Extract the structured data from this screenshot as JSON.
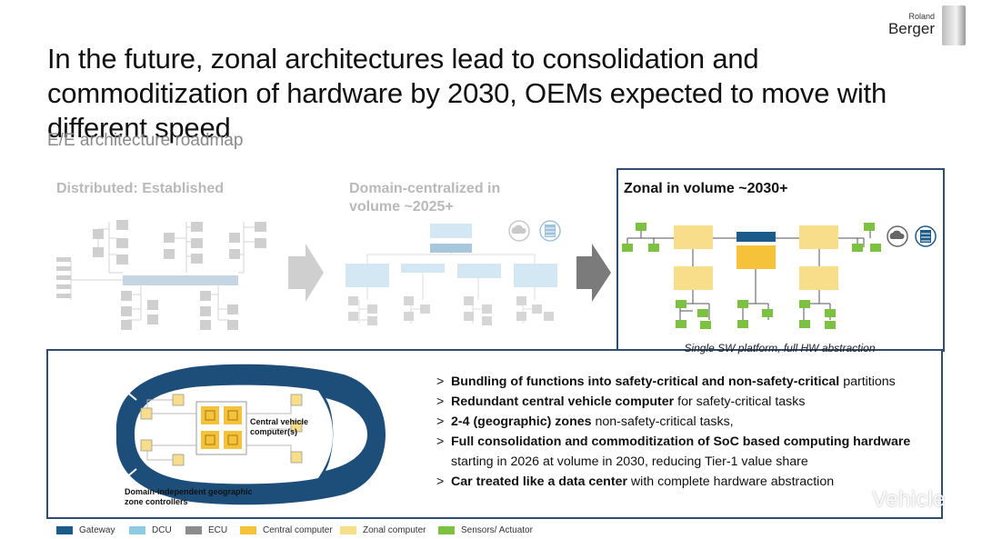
{
  "header": {
    "title": "In the future, zonal architectures lead to consolidation and commoditization of hardware by 2030, OEMs expected to move with different speed",
    "subtitle": "E/E architecture roadmap",
    "logo": {
      "line1": "Roland",
      "line2": "Berger"
    }
  },
  "stages": [
    {
      "title": "Distributed: Established"
    },
    {
      "title": "Domain-centralized in volume ~2025+"
    },
    {
      "title": "Zonal in volume ~2030+",
      "caption": "Single SW platform, full HW abstraction"
    }
  ],
  "car": {
    "label_center": "Central vehicle computer(s)",
    "label_zone": "Domain-independent geographic zone controllers"
  },
  "bullets": [
    {
      "marker": ">",
      "bold": "Bundling of functions into safety-critical and non-safety-critical",
      "rest": " partitions"
    },
    {
      "marker": ">",
      "bold": "Redundant central vehicle computer",
      "rest": " for safety-critical tasks"
    },
    {
      "marker": ">",
      "bold": "2-4 (geographic) zones",
      "rest": " non-safety-critical tasks,"
    },
    {
      "marker": ">",
      "bold": "Full consolidation and commoditization of SoC based computing hardware",
      "rest": " starting in 2026 at volume in 2030, reducing Tier-1 value share"
    },
    {
      "marker": ">",
      "bold": "Car treated like a data center",
      "rest": " with complete hardware abstraction"
    }
  ],
  "legend": [
    {
      "label": "Gateway",
      "color": "#1c5a8a"
    },
    {
      "label": "DCU",
      "color": "#8fcbe3"
    },
    {
      "label": "ECU",
      "color": "#8c8c8c"
    },
    {
      "label": "Central computer",
      "color": "#f5c23a"
    },
    {
      "label": "Zonal computer",
      "color": "#f8de8a"
    },
    {
      "label": "Sensors/ Actuator",
      "color": "#7dc142"
    }
  ],
  "icons": [
    "cloud-chip-icon",
    "server-icon"
  ],
  "watermark": "Vehicle"
}
